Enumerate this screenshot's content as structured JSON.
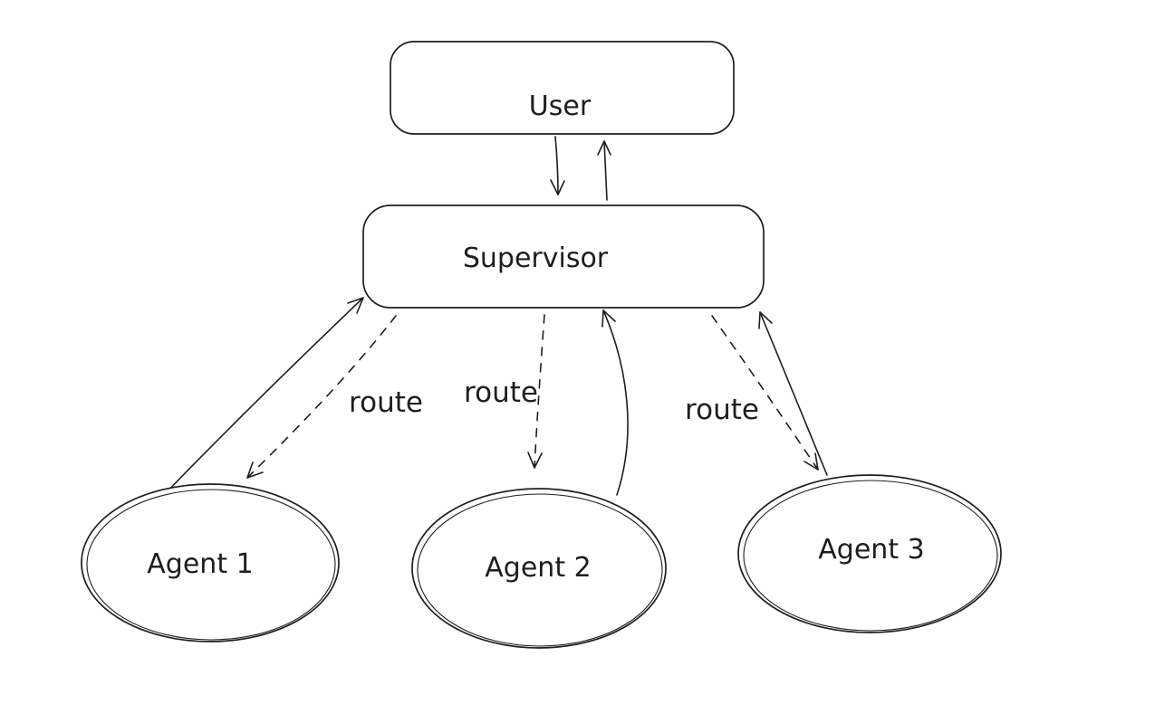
{
  "diagram": {
    "title": "supervisor-multi-agent-architecture",
    "colors": {
      "stroke": "#1e1e1e",
      "background": "#ffffff"
    },
    "nodes": {
      "user": {
        "label": "User",
        "shape": "rounded-rectangle"
      },
      "supervisor": {
        "label": "Supervisor",
        "shape": "rounded-rectangle"
      },
      "agent1": {
        "label": "Agent 1",
        "shape": "ellipse"
      },
      "agent2": {
        "label": "Agent 2",
        "shape": "ellipse"
      },
      "agent3": {
        "label": "Agent 3",
        "shape": "ellipse"
      }
    },
    "edges": {
      "user_to_supervisor": {
        "from": "user",
        "to": "supervisor",
        "style": "solid-arrow"
      },
      "supervisor_to_user": {
        "from": "supervisor",
        "to": "user",
        "style": "solid-arrow"
      },
      "agent1_to_supervisor": {
        "from": "agent1",
        "to": "supervisor",
        "style": "solid-arrow"
      },
      "agent2_to_supervisor": {
        "from": "agent2",
        "to": "supervisor",
        "style": "solid-arrow"
      },
      "agent3_to_supervisor": {
        "from": "agent3",
        "to": "supervisor",
        "style": "solid-arrow"
      },
      "route_to_agent1": {
        "from": "supervisor",
        "to": "agent1",
        "style": "dashed-arrow",
        "label": "route"
      },
      "route_to_agent2": {
        "from": "supervisor",
        "to": "agent2",
        "style": "dashed-arrow",
        "label": "route"
      },
      "route_to_agent3": {
        "from": "supervisor",
        "to": "agent3",
        "style": "dashed-arrow",
        "label": "route"
      }
    }
  }
}
